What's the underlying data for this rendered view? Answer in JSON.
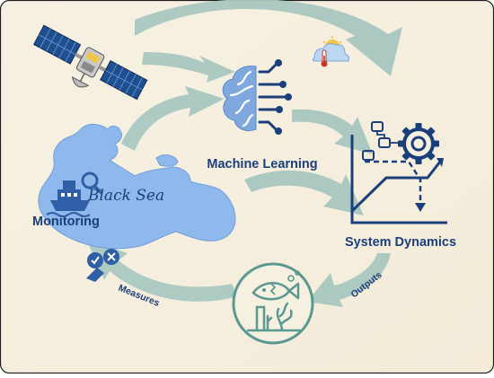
{
  "colors": {
    "background": "#f6f0e1",
    "frame": "#1d1d1d",
    "arrow": "#a9c8c0",
    "sea": "#8fb8ec",
    "sea_dark": "#2f5fa6",
    "navy": "#1b3f7a",
    "teal": "#5a9892"
  },
  "labels": {
    "machine_learning": "Machine Learning",
    "system_dynamics": "System Dynamics",
    "black_sea": "Black Sea",
    "monitoring": "Monitoring",
    "measures": "Measures",
    "outputs": "Outputs"
  },
  "icons": {
    "satellite": "satellite-icon",
    "weather": "weather-temperature-icon",
    "ml": "brain-circuit-icon",
    "sd": "gear-flow-chart-icon",
    "ecosystem": "fish-seaweed-icon",
    "ship": "ship-monitoring-icon",
    "measures": "check-cross-measures-icon"
  }
}
